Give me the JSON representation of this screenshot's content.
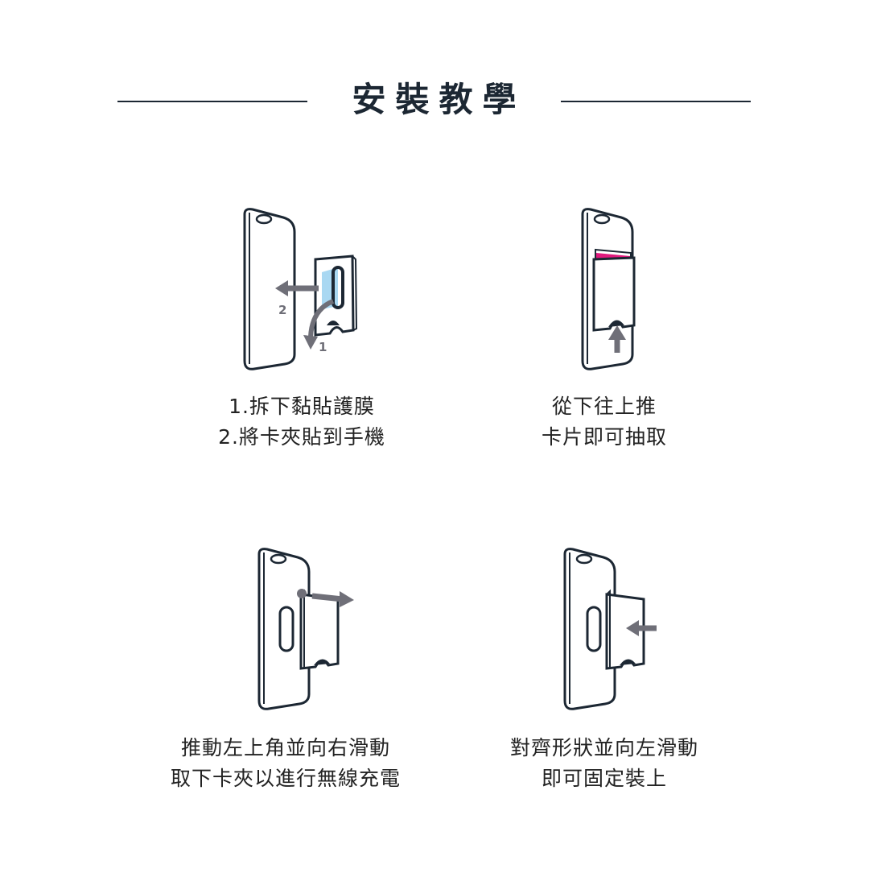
{
  "header": {
    "title": "安裝教學"
  },
  "steps": [
    {
      "line1": "1.拆下黏貼護膜",
      "line2": "2.將卡夾貼到手機",
      "markers": [
        "2",
        "1"
      ]
    },
    {
      "line1": "從下往上推",
      "line2": "卡片即可抽取"
    },
    {
      "line1": "推動左上角並向右滑動",
      "line2": "取下卡夾以進行無線充電"
    },
    {
      "line1": "對齊形狀並向左滑動",
      "line2": "即可固定裝上"
    }
  ],
  "colors": {
    "outline": "#1c2733",
    "arrow": "#6f6f78",
    "film": "#a9d8f2",
    "card_accent": "#e0197d"
  }
}
